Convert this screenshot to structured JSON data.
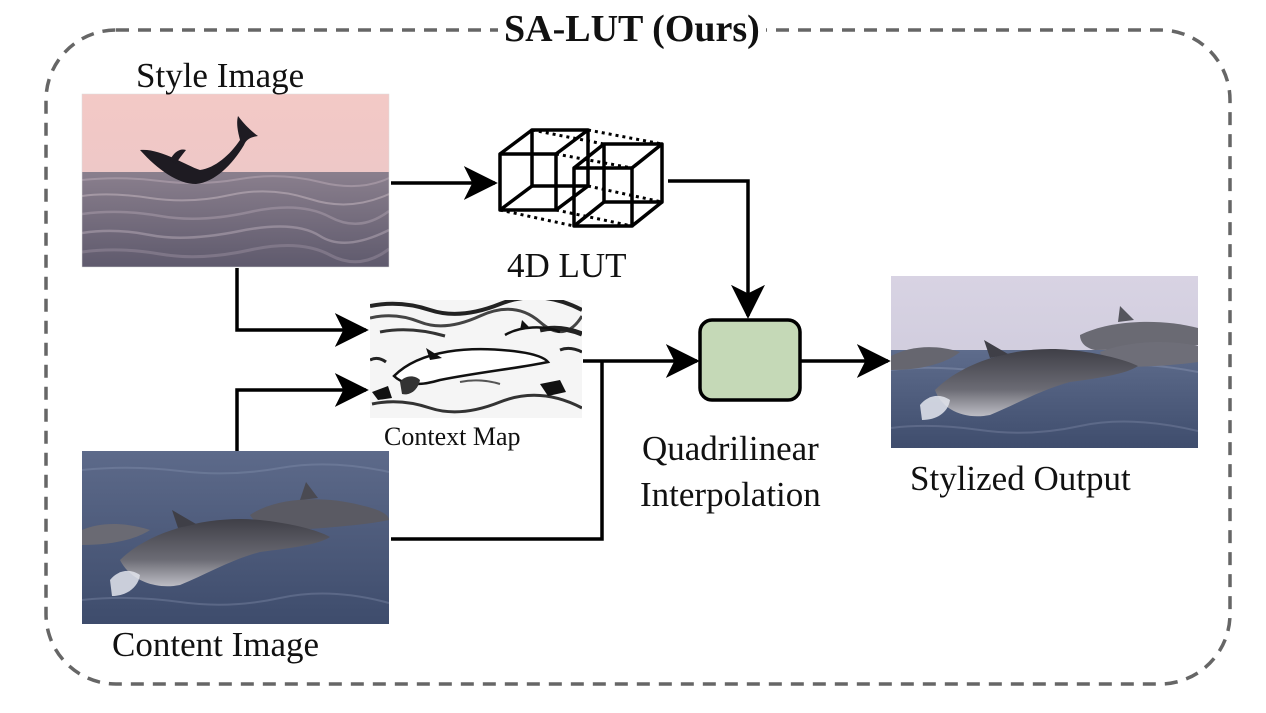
{
  "diagram": {
    "title": "SA-LUT (Ours)",
    "nodes": {
      "style_image": {
        "label": "Style Image"
      },
      "content_image": {
        "label": "Content Image"
      },
      "lut": {
        "label": "4D LUT"
      },
      "context_map": {
        "label": "Context Map"
      },
      "interpolation": {
        "label_line1": "Quadrilinear",
        "label_line2": "Interpolation",
        "fill": "#c5d9b7"
      },
      "output": {
        "label": "Stylized Output"
      }
    },
    "edges": [
      {
        "from": "style_image",
        "to": "lut"
      },
      {
        "from": "style_image",
        "to": "context_map"
      },
      {
        "from": "content_image",
        "to": "context_map"
      },
      {
        "from": "lut",
        "to": "interpolation"
      },
      {
        "from": "context_map",
        "to": "interpolation"
      },
      {
        "from": "content_image",
        "to": "interpolation"
      },
      {
        "from": "interpolation",
        "to": "output"
      }
    ],
    "colors": {
      "border": "#666666",
      "arrow": "#000000",
      "style_sky": "#f1c9c6",
      "style_water": "#6f6978",
      "content_water": "#4c5b7c",
      "output_sky": "#d9d6e6",
      "output_water": "#51607e"
    }
  }
}
